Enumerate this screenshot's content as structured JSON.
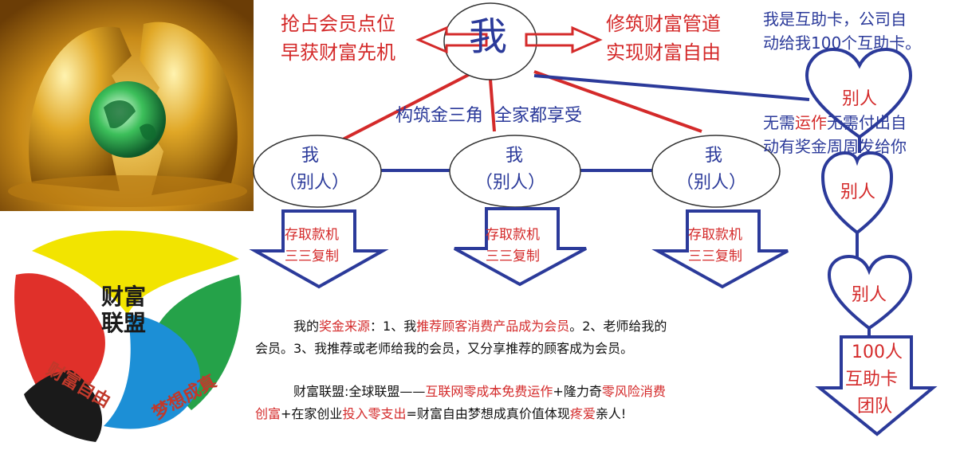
{
  "top_left_slogan": {
    "line1": "抢占会员点位",
    "line2": "早获财富先机"
  },
  "top_center": {
    "label": "我"
  },
  "top_right_slogan": {
    "line1": "修筑财富管道",
    "line2": "实现财富自由"
  },
  "triangle_caption": "构筑金三角  全家都享受",
  "nodes": [
    {
      "line1": "我",
      "line2": "（别人）"
    },
    {
      "line1": "我",
      "line2": "（别人）"
    },
    {
      "line1": "我",
      "line2": "（别人）"
    }
  ],
  "arrows": [
    {
      "line1": "存取款机",
      "line2": "三三复制"
    },
    {
      "line1": "存取款机",
      "line2": "三三复制"
    },
    {
      "line1": "存取款机",
      "line2": "三三复制"
    }
  ],
  "right_note_top": {
    "line1": "我是互助卡，公司自",
    "line2": "动给我100个互助卡。"
  },
  "right_note_mid": {
    "prefix": "无需",
    "red": "运作",
    "suffix": "无需付出自",
    "line2": "动有奖金周周发给你"
  },
  "hearts": [
    "别人",
    "别人",
    "别人"
  ],
  "team_arrow": {
    "line1": "100人",
    "line2": "互助卡",
    "line3": "团队"
  },
  "paragraph1": {
    "p1": "我的",
    "p2": "奖金来源",
    "p3": "：1、我",
    "p4": "推荐顾客消费产品成为会员",
    "p5": "。2、老师给我的",
    "line2": "会员。3、我推荐或老师给我的会员，又分享推荐的顾客成为会员。"
  },
  "paragraph2": {
    "p1": "财富联盟:全球联盟——",
    "p2": "互联网零成本免费运作",
    "p3": "+隆力奇",
    "p4": "零风险消费",
    "l2a": "创富",
    "l2b": "+在家创业",
    "l2c": "投入零支出",
    "l2d": "=财富自由梦想成真价值体现",
    "l2e": "疼爱",
    "l2f": "亲人!"
  },
  "logo": {
    "name1": "财富",
    "name2": "联盟",
    "ring_left": "财富自由",
    "ring_right": "梦想成真"
  },
  "colors": {
    "red": "#d42a2a",
    "blue": "#2b3a9a",
    "gold": "#d9a521"
  }
}
